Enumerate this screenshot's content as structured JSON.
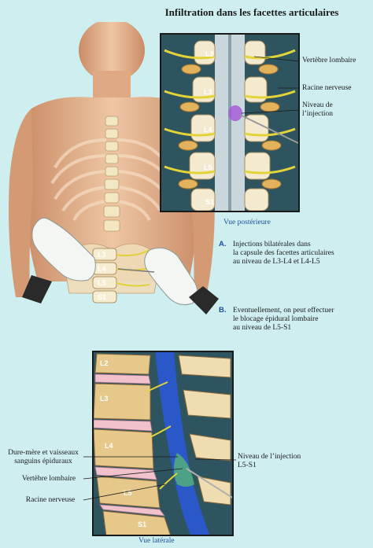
{
  "title": "Infiltration dans les facettes articulaires",
  "posterior_view": {
    "caption": "Vue postérieure",
    "labels": {
      "vertebra": "Vertèbre lombaire",
      "nerve_root": "Racine nerveuse",
      "injection_level": "Niveau de l’injection"
    },
    "levels": [
      "L2",
      "L3",
      "L4",
      "L5",
      "S1"
    ]
  },
  "back_levels": [
    "L3",
    "L4",
    "L5",
    "S1"
  ],
  "steps": [
    {
      "letter": "A.",
      "text": [
        "Injections bilatérales dans",
        "la capsule des facettes articulaires",
        "au niveau de L3-L4 et L4-L5"
      ]
    },
    {
      "letter": "B.",
      "text": [
        "Eventuellement, on peut effectuer",
        "le blocage épidural lombaire",
        "au niveau de L5-S1"
      ]
    }
  ],
  "lateral_view": {
    "caption": "Vue latérale",
    "levels": [
      "L2",
      "L3",
      "L4",
      "L5",
      "S1"
    ],
    "labels": {
      "dura": [
        "Dure-mère et vaisseaux",
        "sanguins épiduraux"
      ],
      "vertebra": "Vertèbre lombaire",
      "nerve_root": "Racine nerveuse",
      "injection_level": [
        "Niveau de l’injection",
        "L5-S1"
      ]
    }
  },
  "colors": {
    "background": "#cfeef0",
    "skin": "#e9b894",
    "bone": "#f3e6c2",
    "disc": "#d9c7e8",
    "nerve": "#e0d23a",
    "spinal_cord": "#2a58c8"
  }
}
